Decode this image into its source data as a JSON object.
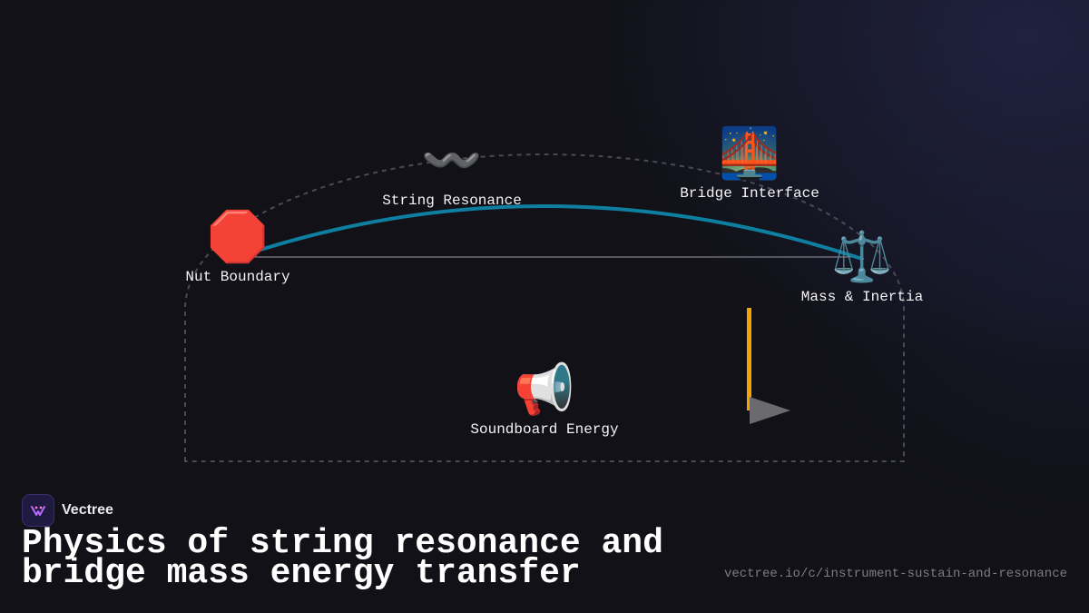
{
  "diagram": {
    "nodes": [
      {
        "id": "nut",
        "icon": "stop-sign-icon",
        "emoji": "🛑",
        "label": "Nut Boundary"
      },
      {
        "id": "string",
        "icon": "wavy-line-icon",
        "emoji": "〰️",
        "label": "String Resonance"
      },
      {
        "id": "bridge",
        "icon": "bridge-at-night-icon",
        "emoji": "🌉",
        "label": "Bridge Interface"
      },
      {
        "id": "mass",
        "icon": "balance-scale-icon",
        "emoji": "⚖️",
        "label": "Mass & Inertia"
      },
      {
        "id": "soundboard",
        "icon": "megaphone-icon",
        "emoji": "📢",
        "label": "Soundboard Energy"
      }
    ],
    "colors": {
      "arc": "#0e7fa0",
      "string_line": "#9a9aa6",
      "dashed_outline": "#4a4a55",
      "orange_bar": "#f5a300",
      "arrow": "#6a6a6f"
    }
  },
  "brand": {
    "name": "Vectree",
    "icon": "vectree-logo-icon"
  },
  "title": "Physics of string resonance and bridge mass energy transfer",
  "url": "vectree.io/c/instrument-sustain-and-resonance"
}
